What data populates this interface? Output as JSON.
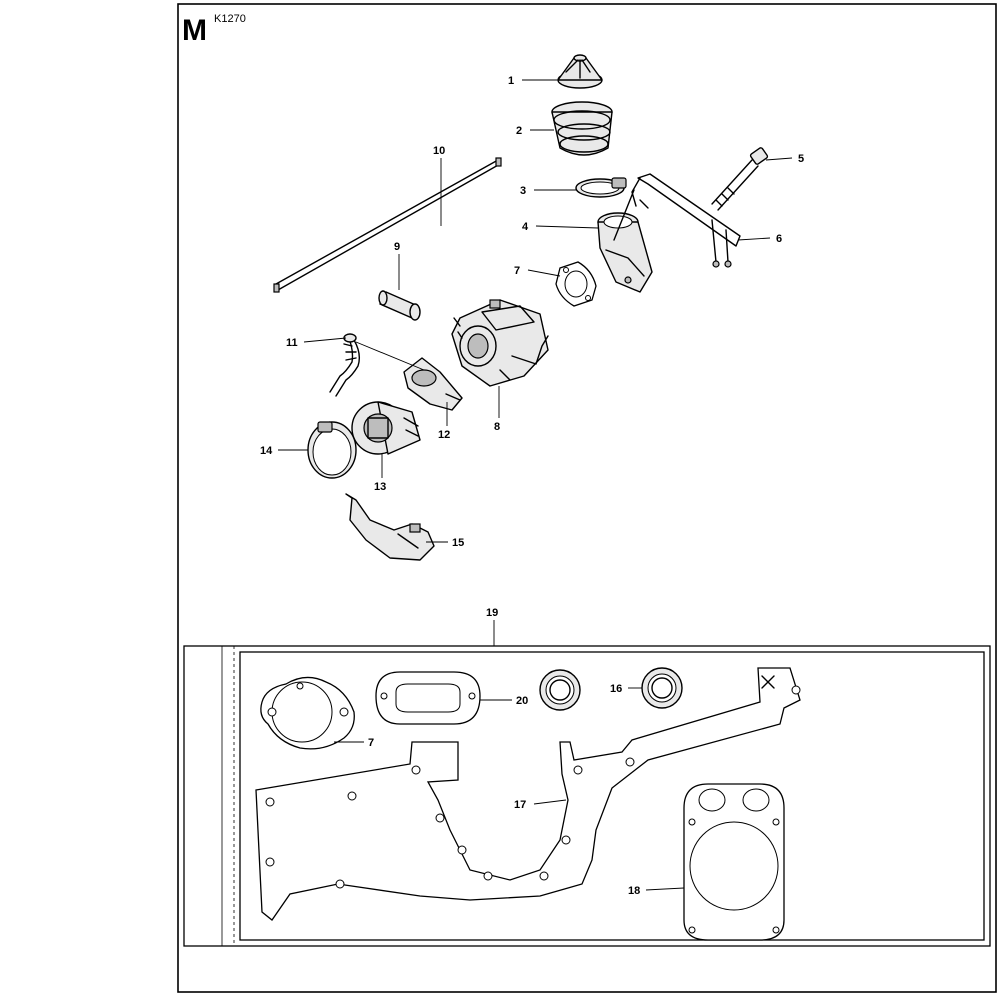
{
  "section": {
    "letter": "M",
    "code": "K1270"
  },
  "callouts": [
    {
      "id": "c1",
      "label": "1"
    },
    {
      "id": "c2",
      "label": "2"
    },
    {
      "id": "c3",
      "label": "3"
    },
    {
      "id": "c4",
      "label": "4"
    },
    {
      "id": "c5",
      "label": "5"
    },
    {
      "id": "c6",
      "label": "6"
    },
    {
      "id": "c7",
      "label": "7"
    },
    {
      "id": "c8",
      "label": "8"
    },
    {
      "id": "c9",
      "label": "9"
    },
    {
      "id": "c10",
      "label": "10"
    },
    {
      "id": "c11",
      "label": "11"
    },
    {
      "id": "c12",
      "label": "12"
    },
    {
      "id": "c13",
      "label": "13"
    },
    {
      "id": "c14",
      "label": "14"
    },
    {
      "id": "c15",
      "label": "15"
    },
    {
      "id": "c16",
      "label": "16"
    },
    {
      "id": "c17",
      "label": "17"
    },
    {
      "id": "c18",
      "label": "18"
    },
    {
      "id": "c19",
      "label": "19"
    },
    {
      "id": "c20",
      "label": "20"
    },
    {
      "id": "c7b",
      "label": "7"
    }
  ]
}
